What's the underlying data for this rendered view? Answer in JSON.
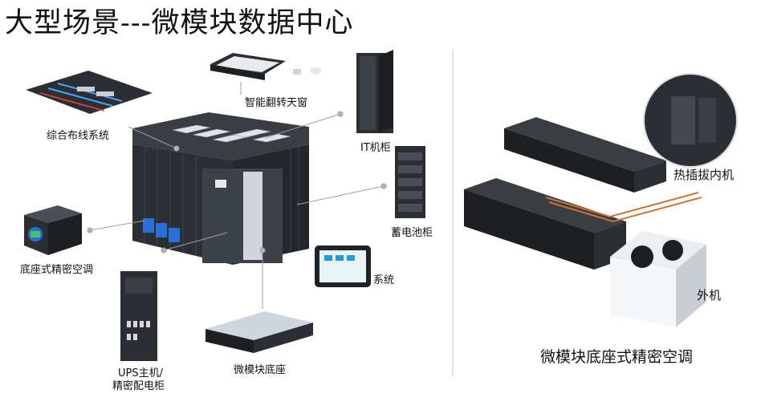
{
  "title": "大型场景---微模块数据中心",
  "left_labels": {
    "skylight": "智能翻转天窗",
    "cabling": "综合布线系统",
    "it_rack": "IT机柜",
    "battery": "蓄电池柜",
    "floor_ac": "底座式精密空调",
    "system": "系统",
    "ups_line1": "UPS主机/",
    "ups_line2": "精密配电柜",
    "base": "微模块底座"
  },
  "right_labels": {
    "indoor_unit": "热插拔内机",
    "outdoor_unit": "外机",
    "caption": "微模块底座式精密空调"
  },
  "colors": {
    "cabinet": "#2b2e33",
    "cabinet_light": "#4a4f57",
    "accent_blue": "#2a6fd6",
    "pipe": "#c8743c",
    "divider": "#d7dde3",
    "leader": "#9aa0a6"
  }
}
